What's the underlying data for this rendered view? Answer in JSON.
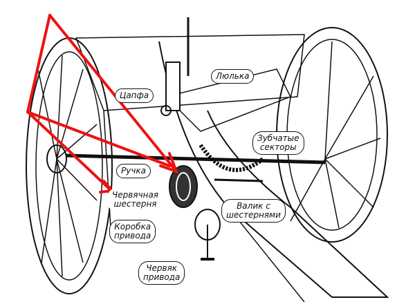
{
  "labels": {
    "trunnion": "Цапфа",
    "cradle": "Люлька",
    "toothed_sectors": [
      "Зубчатые",
      "секторы"
    ],
    "handle": "Ручка",
    "worm_gear": [
      "Червячная",
      "шестерня"
    ],
    "drive_box": [
      "Коробка",
      "привода"
    ],
    "drive_worm": [
      "Червяк",
      "привода"
    ],
    "gear_shaft": [
      "Валик с",
      "шестернями"
    ]
  },
  "colors": {
    "ink": "#111111",
    "arrow": "#ee1111",
    "paper": "#ffffff"
  }
}
